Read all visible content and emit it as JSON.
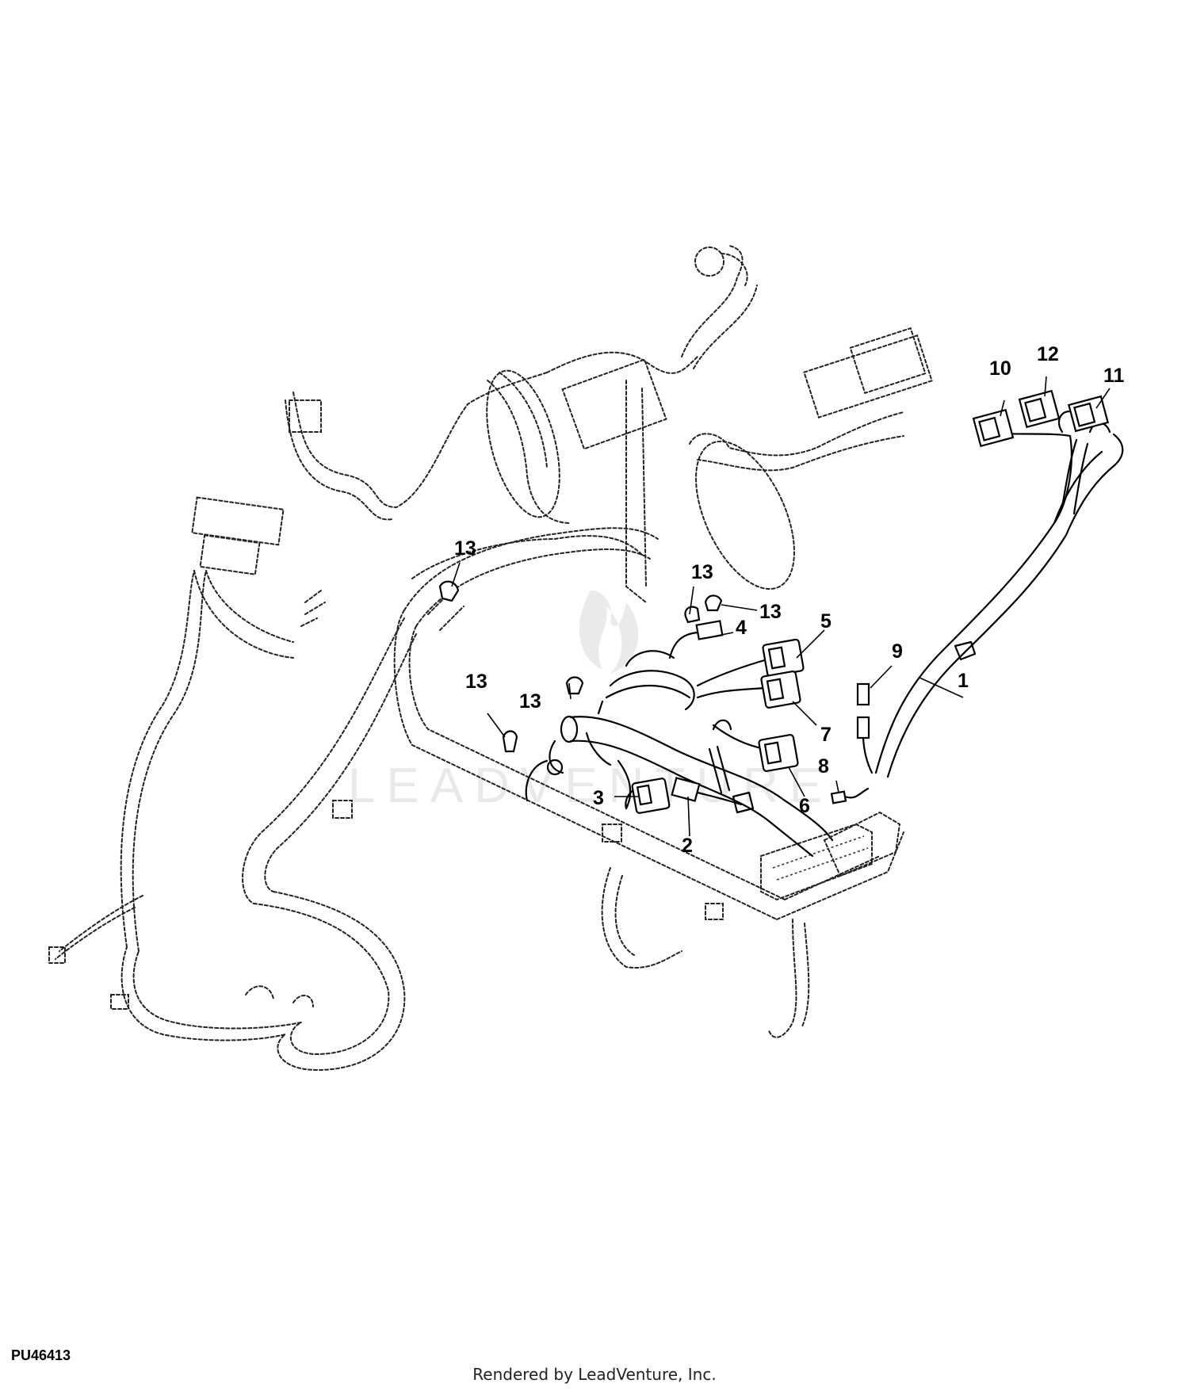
{
  "diagram": {
    "figure_id": "PU46413",
    "render_credit": "Rendered by LeadVenture, Inc.",
    "watermark": "LEADVENTURE",
    "callouts": [
      "1",
      "2",
      "3",
      "4",
      "5",
      "6",
      "7",
      "8",
      "9",
      "10",
      "11",
      "12",
      "13",
      "13",
      "13",
      "13",
      "13"
    ]
  }
}
